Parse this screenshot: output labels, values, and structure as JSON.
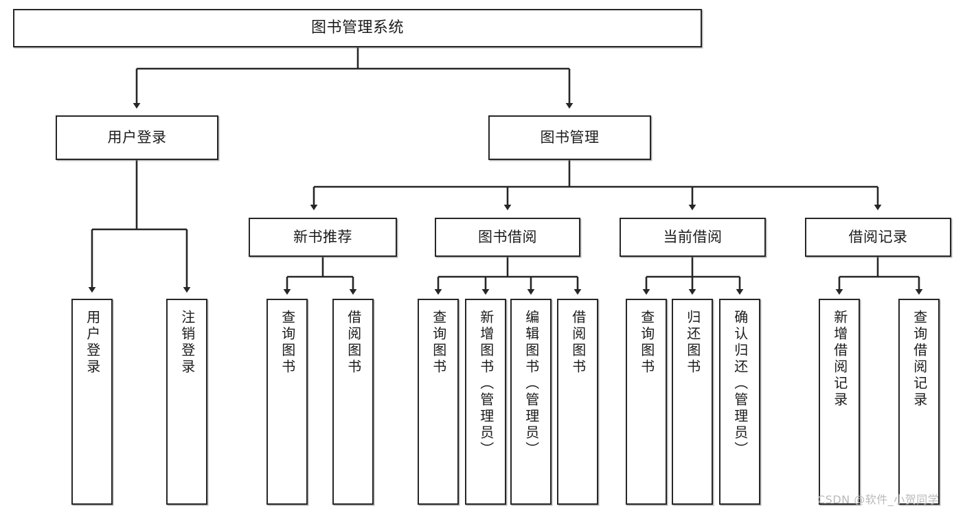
{
  "diagram": {
    "type": "tree",
    "title": "图书管理系统",
    "root": {
      "id": "root",
      "label": "图书管理系统"
    },
    "level2": [
      {
        "id": "user-login",
        "label": "用户登录"
      },
      {
        "id": "book-management",
        "label": "图书管理"
      }
    ],
    "level3": [
      {
        "id": "new-book-recommend",
        "label": "新书推荐"
      },
      {
        "id": "book-borrow",
        "label": "图书借阅"
      },
      {
        "id": "current-borrow",
        "label": "当前借阅"
      },
      {
        "id": "borrow-record",
        "label": "借阅记录"
      }
    ],
    "leaves": {
      "user_login": [
        {
          "id": "leaf-user-login",
          "label": "用户登录"
        },
        {
          "id": "leaf-logout",
          "label": "注销登录"
        }
      ],
      "new_book_recommend": [
        {
          "id": "leaf-query-book-1",
          "label": "查询图书"
        },
        {
          "id": "leaf-borrow-book-1",
          "label": "借阅图书"
        }
      ],
      "book_borrow": [
        {
          "id": "leaf-query-book-2",
          "label": "查询图书"
        },
        {
          "id": "leaf-add-book",
          "label": "新增图书（管理员）"
        },
        {
          "id": "leaf-edit-book",
          "label": "编辑图书（管理员）"
        },
        {
          "id": "leaf-borrow-book-2",
          "label": "借阅图书"
        }
      ],
      "current_borrow": [
        {
          "id": "leaf-query-book-3",
          "label": "查询图书"
        },
        {
          "id": "leaf-return-book",
          "label": "归还图书"
        },
        {
          "id": "leaf-confirm-return",
          "label": "确认归还（管理员）"
        }
      ],
      "borrow_record": [
        {
          "id": "leaf-add-record",
          "label": "新增借阅记录"
        },
        {
          "id": "leaf-query-record",
          "label": "查询借阅记录"
        }
      ]
    },
    "watermark": "CSDN @软件_小贺同学",
    "colors": {
      "stroke": "#262626",
      "fill": "#ffffff",
      "text": "#1b1b1b",
      "watermark": "#b9b9b9"
    }
  }
}
